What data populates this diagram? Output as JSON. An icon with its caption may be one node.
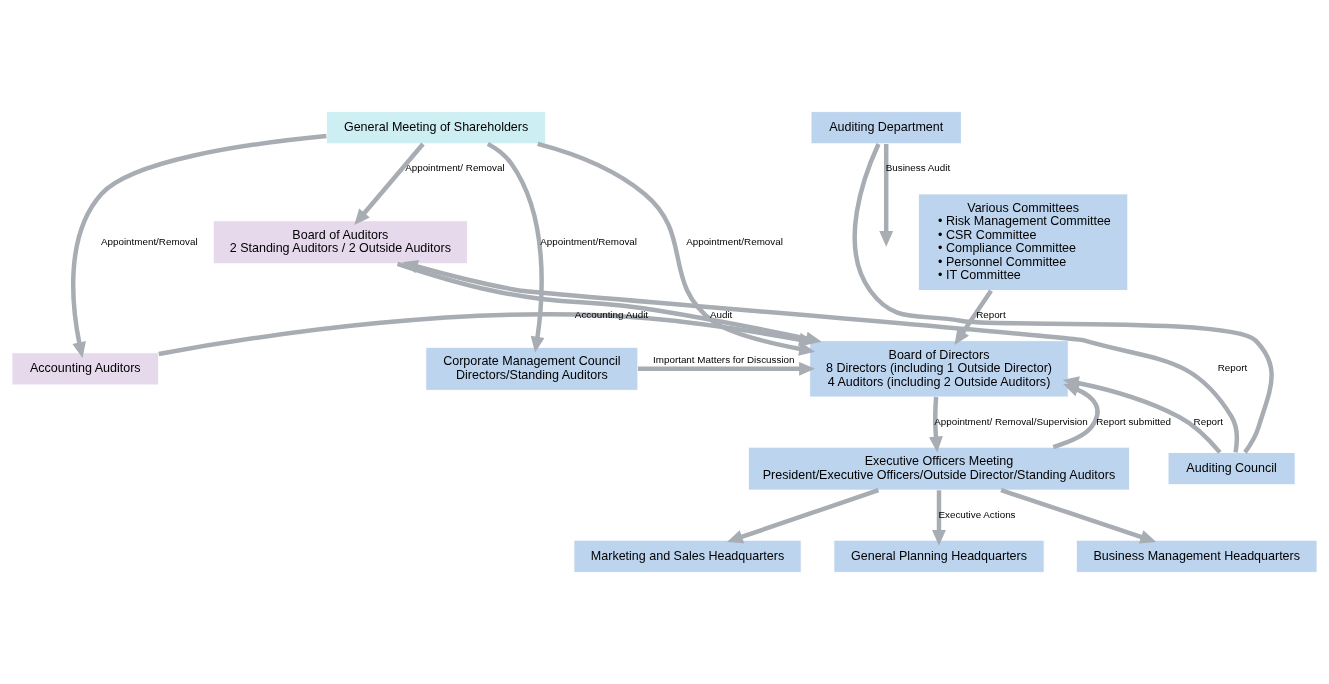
{
  "diagram": {
    "nodes": [
      {
        "text": [
          "General Meeting of Shareholders"
        ]
      },
      {
        "text": [
          "Corporate Management Council",
          "Directors/Standing Auditors"
        ]
      },
      {
        "text": [
          "Board of Directors",
          "8 Directors (including 1 Outside Director)",
          "4 Auditors (including 2 Outside Auditors)"
        ]
      },
      {
        "text": [
          "Accounting Auditors"
        ]
      },
      {
        "text": [
          "Various Committees",
          "• Risk Management Committee",
          "• CSR Committee",
          "• Compliance Committee",
          "• Personnel Committee",
          "• IT Committee"
        ]
      },
      {
        "text": [
          "Board of Auditors",
          "2 Standing Auditors / 2 Outside Auditors"
        ]
      },
      {
        "text": [
          "Executive Officers Meeting",
          "President/Executive Officers/Outside Director/Standing Auditors"
        ]
      },
      {
        "text": [
          "Auditing Council"
        ]
      },
      {
        "text": [
          "Auditing Department"
        ]
      },
      {
        "text": [
          "Marketing and Sales Headquarters"
        ]
      },
      {
        "text": [
          "General Planning Headquarters"
        ]
      },
      {
        "text": [
          "Business Management Headquarters"
        ]
      }
    ],
    "edges": [
      {
        "from": 0,
        "to": 1,
        "arrow": "to",
        "label": "Appointment/Removal"
      },
      {
        "from": 0,
        "to": 2,
        "arrow": "to",
        "label": "Appointment/Removal"
      },
      {
        "from": 0,
        "to": 3,
        "arrow": "to",
        "label": "Appointment/Removal"
      },
      {
        "from": 0,
        "to": 5,
        "arrow": "to",
        "label": "Appointment/ Removal"
      },
      {
        "from": 1,
        "to": 2,
        "arrow": "to",
        "label": "Important Matters for Discussion"
      },
      {
        "from": 3,
        "to": 2,
        "arrow": "to",
        "label": "Accounting Audit"
      },
      {
        "from": 5,
        "to": 2,
        "arrow": "to",
        "label": "Audit"
      },
      {
        "from": 4,
        "to": 2,
        "arrow": "to",
        "label": "Report"
      },
      {
        "from": 2,
        "to": 6,
        "arrow": "to",
        "label": "Appointment/ Removal/Supervision"
      },
      {
        "from": 6,
        "to": 2,
        "arrow": "to",
        "label": "Report submitted"
      },
      {
        "from": 7,
        "to": 2,
        "arrow": "to",
        "label": "Report"
      },
      {
        "from": 7,
        "to": 5,
        "arrow": "to",
        "label": "Report"
      },
      {
        "from": 8,
        "to": 7,
        "arrow": "none"
      },
      {
        "from": 8,
        "to": null,
        "arrow": "to",
        "label": "Business Audit"
      },
      {
        "from": 6,
        "to": 9,
        "arrow": "to"
      },
      {
        "from": 6,
        "to": 10,
        "arrow": "to",
        "label": "Executive Actions"
      },
      {
        "from": 6,
        "to": 11,
        "arrow": "to"
      }
    ]
  }
}
